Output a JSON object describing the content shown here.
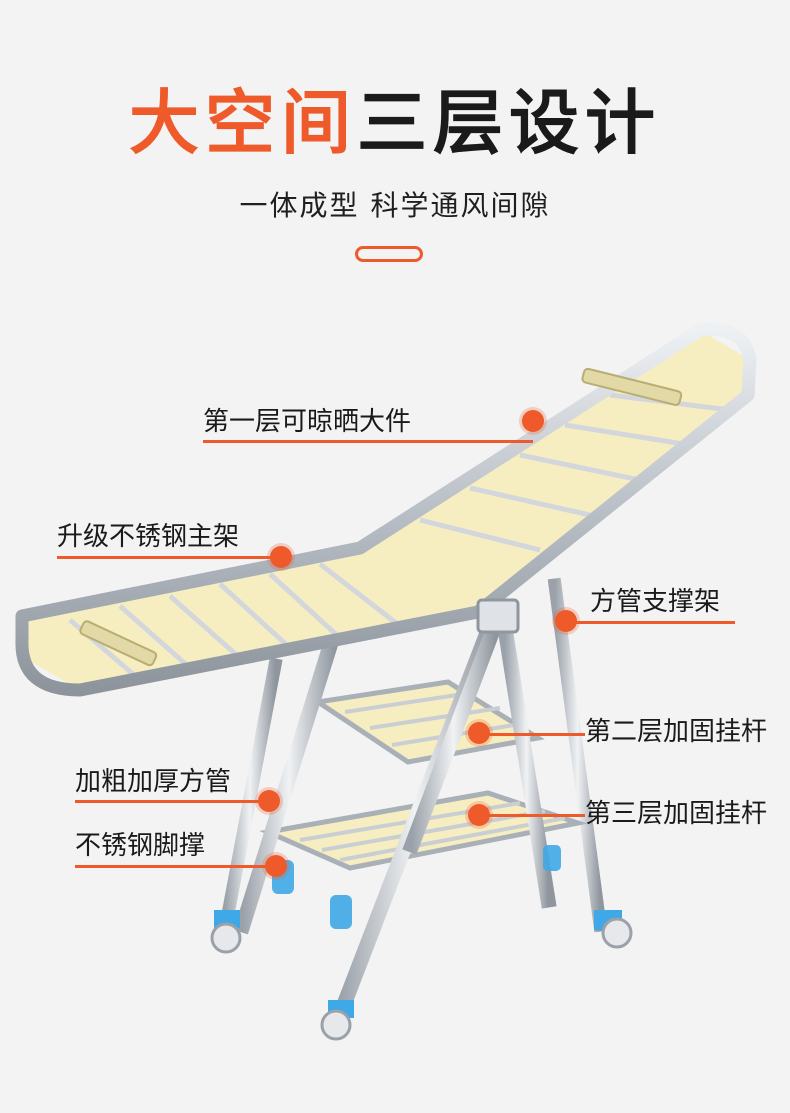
{
  "header": {
    "title_highlight": "大空间",
    "title_rest": "三层设计",
    "subtitle": "一体成型 科学通风间隙"
  },
  "callouts": [
    {
      "label": "第一层可晾晒大件"
    },
    {
      "label": "升级不锈钢主架"
    },
    {
      "label": "方管支撑架"
    },
    {
      "label": "第二层加固挂杆"
    },
    {
      "label": "加粗加厚方管"
    },
    {
      "label": "第三层加固挂杆"
    },
    {
      "label": "不锈钢脚撑"
    }
  ],
  "colors": {
    "accent": "#ef5a2a",
    "background": "#f3f3f3",
    "panel": "#f6eec0",
    "steel": "#c7ccd2",
    "foot_cap": "#3fa8e6"
  },
  "icons": {
    "product": "folding-clothes-drying-rack"
  }
}
